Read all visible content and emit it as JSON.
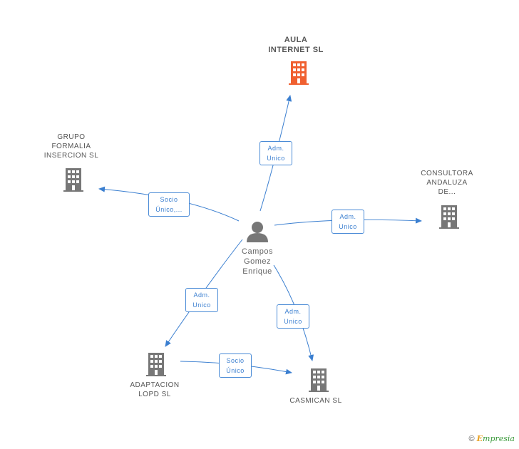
{
  "nodes": {
    "aula": {
      "lines": [
        "AULA",
        "INTERNET SL"
      ],
      "color": "#f06030"
    },
    "grupo": {
      "lines": [
        "GRUPO",
        "FORMALIA",
        "INSERCION  SL"
      ],
      "color": "#777777"
    },
    "consultora": {
      "lines": [
        "CONSULTORA",
        "ANDALUZA",
        "DE..."
      ],
      "color": "#777777"
    },
    "adaptacion": {
      "lines": [
        "ADAPTACION",
        "LOPD SL"
      ],
      "color": "#777777"
    },
    "casmican": {
      "lines": [
        "CASMICAN SL"
      ],
      "color": "#777777"
    }
  },
  "person": {
    "lines": [
      "Campos",
      "Gomez",
      "Enrique"
    ],
    "icon": "person-icon",
    "color": "#777777"
  },
  "edges": {
    "to_aula": [
      "Adm.",
      "Unico"
    ],
    "to_grupo": [
      "Socio",
      "Único,..."
    ],
    "to_consultora": [
      "Adm.",
      "Unico"
    ],
    "to_adaptacion": [
      "Adm.",
      "Unico"
    ],
    "to_casmican": [
      "Adm.",
      "Unico"
    ],
    "adaptacion_to_casmican": [
      "Socio",
      "Único"
    ]
  },
  "edge_color": "#3b7fd0",
  "footer": {
    "copyright": "©",
    "brand_first": "E",
    "brand_rest": "mpresia"
  }
}
